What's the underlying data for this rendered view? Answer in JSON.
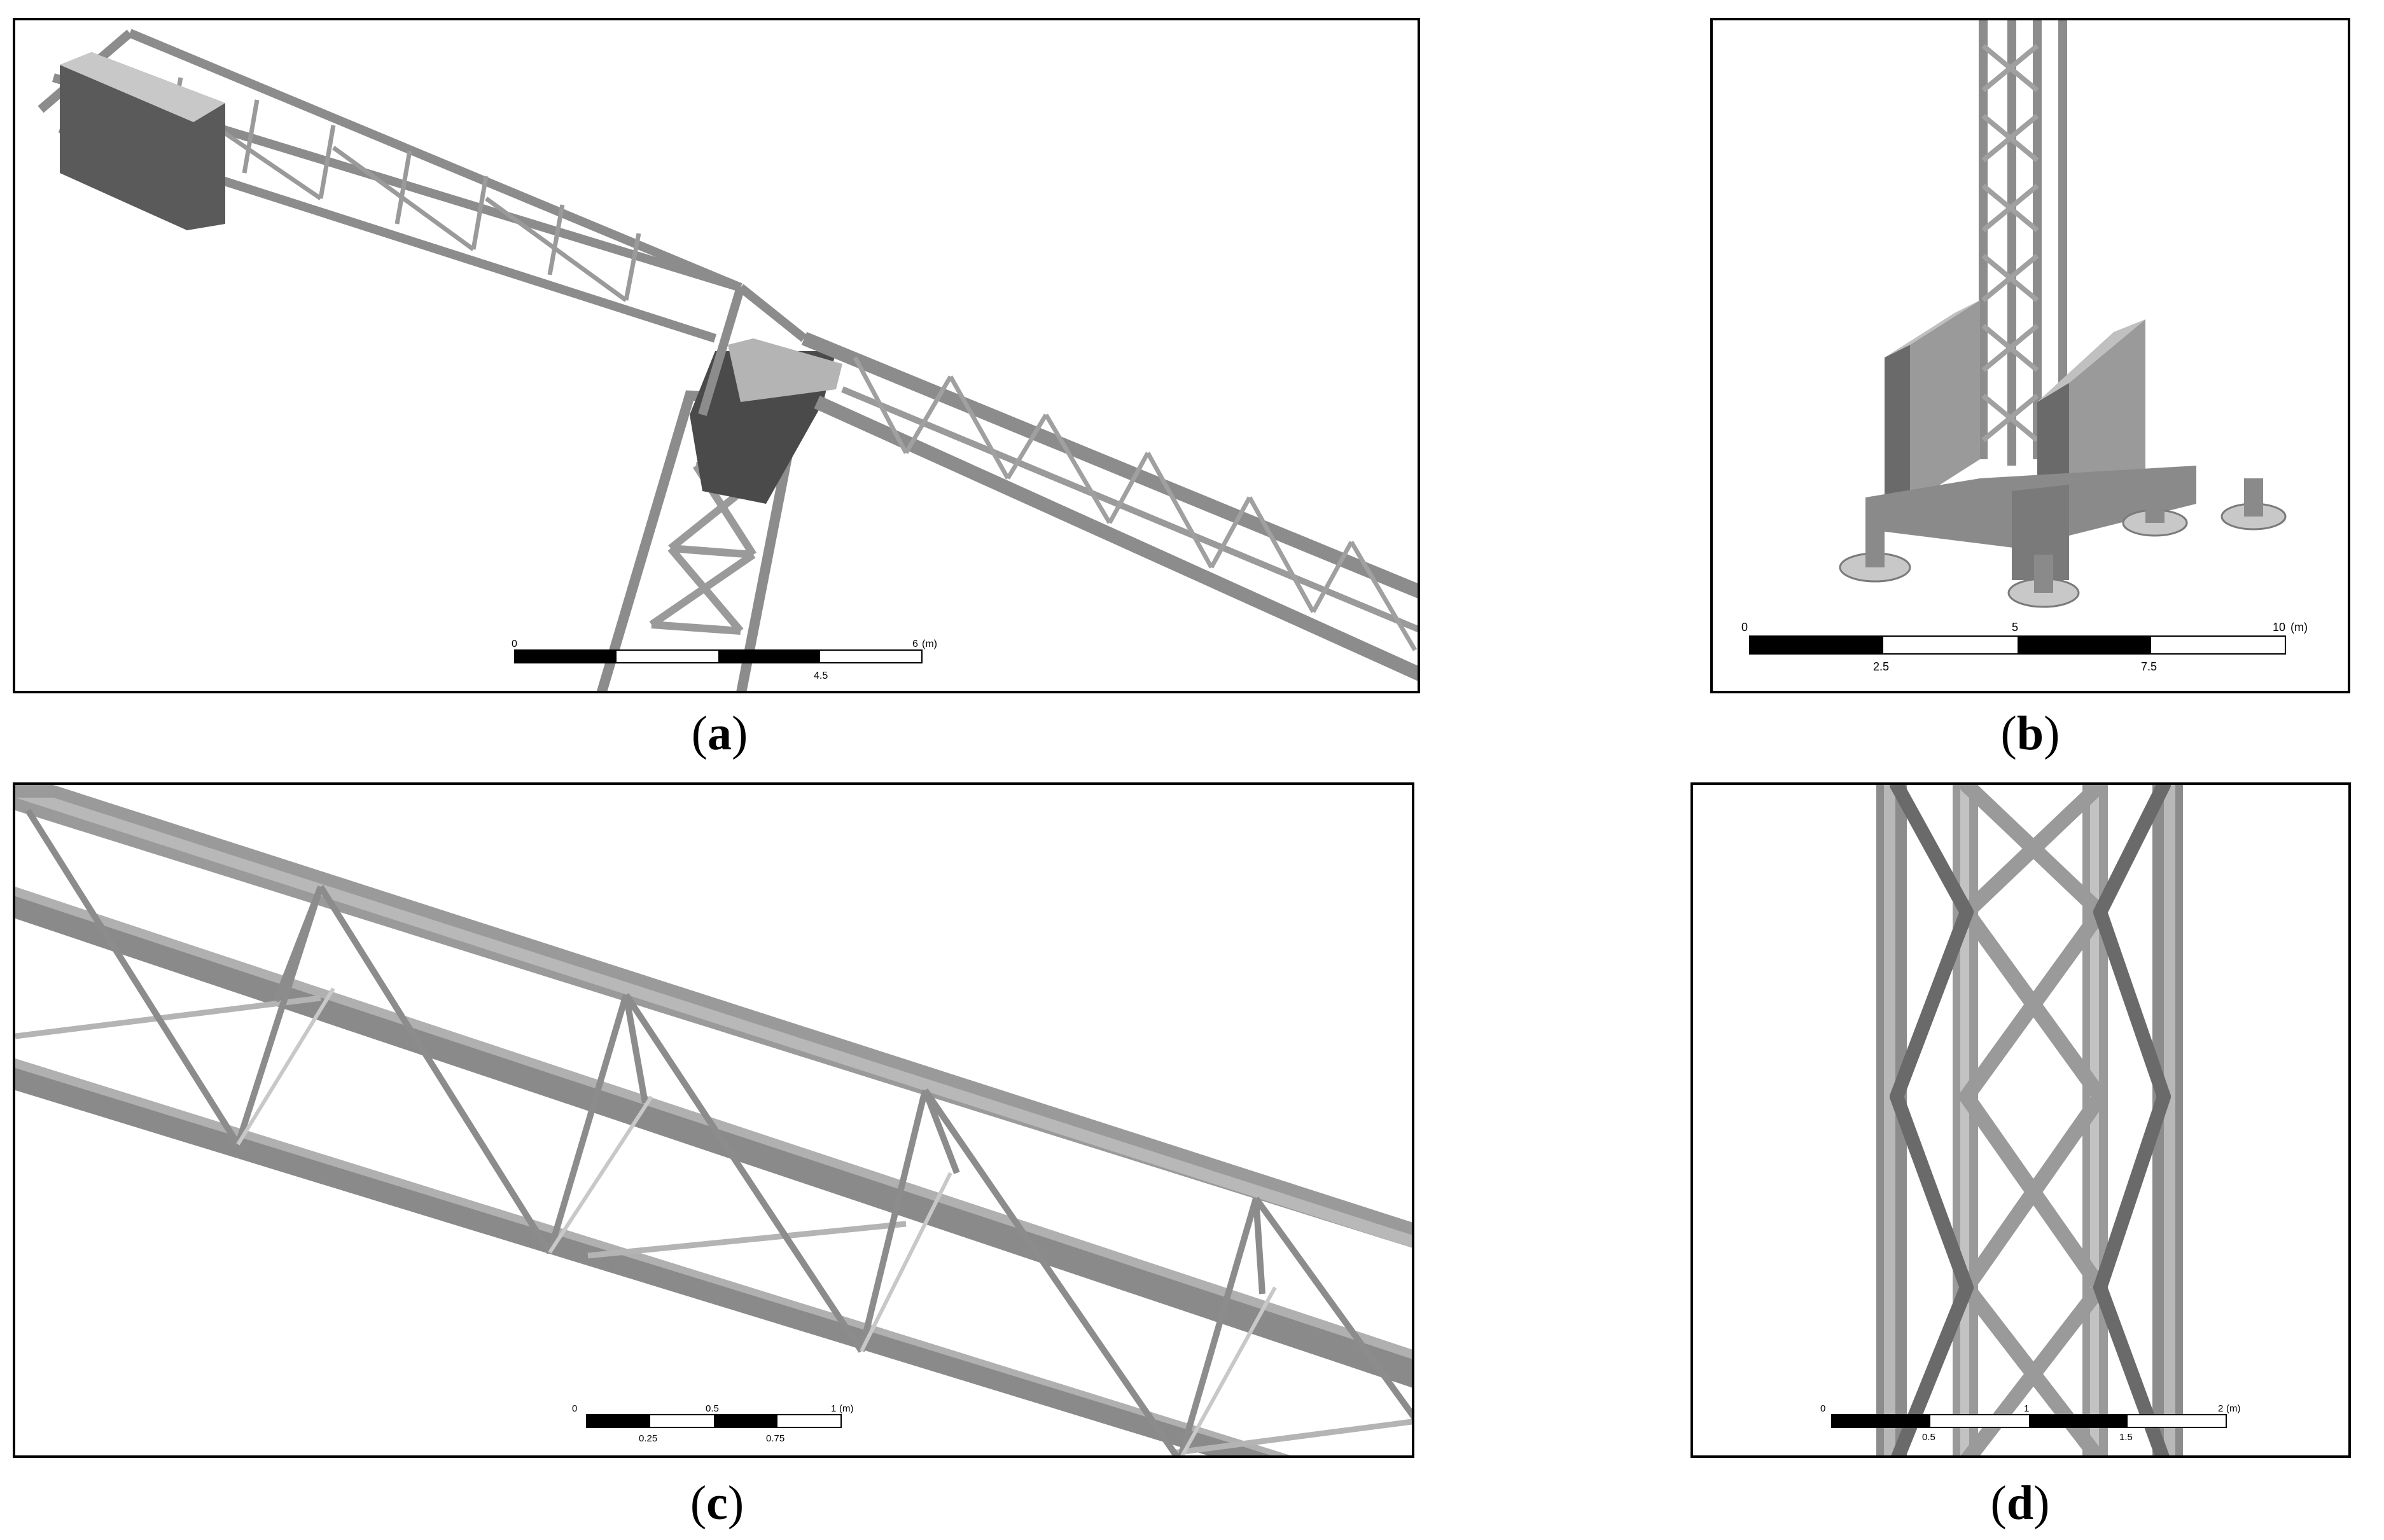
{
  "panels": [
    {
      "id": "a",
      "caption": "a",
      "scale": {
        "start": "0",
        "end": "6",
        "unit": "(m)",
        "mid": "4.5"
      }
    },
    {
      "id": "b",
      "caption": "b",
      "scale": {
        "start": "0",
        "top_mid": "5",
        "end": "10",
        "unit": "(m)",
        "low1": "2.5",
        "low2": "7.5"
      }
    },
    {
      "id": "c",
      "caption": "c",
      "scale": {
        "start": "0",
        "top_mid": "0.5",
        "end": "1",
        "unit": "(m)",
        "low1": "0.25",
        "low2": "0.75"
      }
    },
    {
      "id": "d",
      "caption": "d",
      "scale": {
        "start": "0",
        "top_mid": "1",
        "end": "2",
        "unit": "(m)",
        "low1": "0.5",
        "low2": "1.5"
      }
    }
  ],
  "colors": {
    "steel_light": "#b4b4b4",
    "steel_mid": "#8c8c8c",
    "steel_dark": "#5a5a5a",
    "frame": "#000000"
  }
}
